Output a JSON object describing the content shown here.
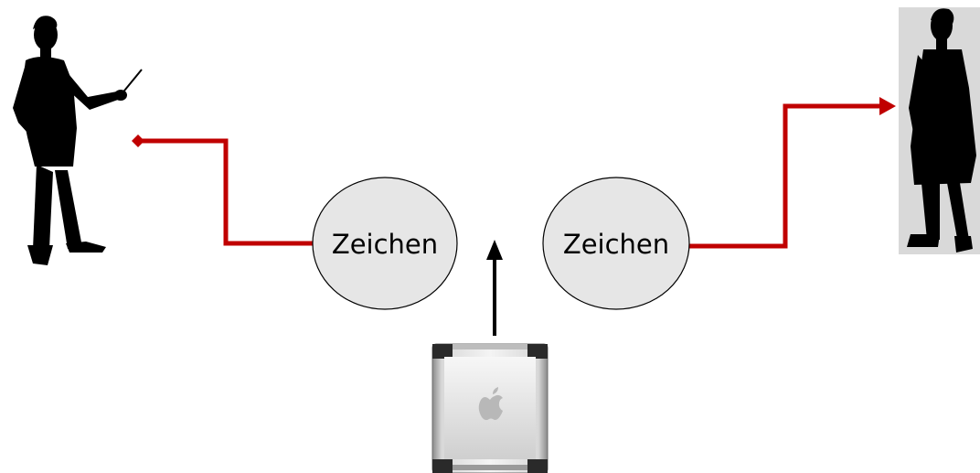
{
  "diagram": {
    "nodes": [
      {
        "label": "Zeichen"
      },
      {
        "label": "Zeichen"
      }
    ],
    "colors": {
      "connector": "#c00000",
      "node_fill": "#e6e6e6",
      "node_stroke": "#000000",
      "silhouette": "#000000",
      "receiver_background": "#d9d9d9",
      "machine_arrow": "#000000"
    },
    "icons": {
      "sender": "teacher-with-pointer-silhouette",
      "receiver": "standing-person-silhouette",
      "machine": "mac-pro-computer-with-apple-logo"
    }
  }
}
